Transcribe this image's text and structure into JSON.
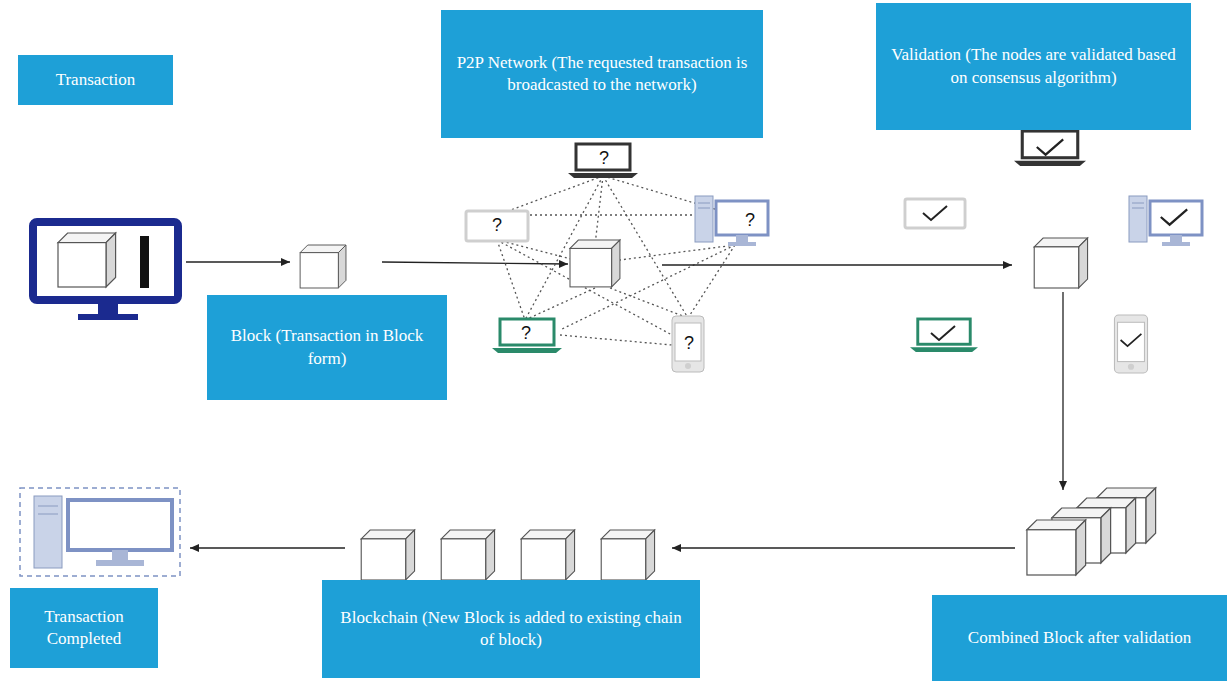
{
  "diagram": {
    "nodes": [
      {
        "text": [
          "Transaction"
        ]
      },
      {
        "text": [
          "Block (Transaction in Block form)"
        ]
      },
      {
        "text": [
          "P2P Network (The requested transaction is broadcasted to the network)"
        ]
      },
      {
        "text": [
          "Validation (The nodes are validated based on consensus algorithm)"
        ]
      },
      {
        "text": [
          "Combined Block after validation"
        ]
      },
      {
        "text": [
          "Blockchain (New Block is added to existing chain of block)"
        ]
      },
      {
        "text": [
          "Transaction Completed"
        ]
      }
    ],
    "labels": [
      "?",
      "?",
      "?",
      "?",
      "?"
    ]
  }
}
